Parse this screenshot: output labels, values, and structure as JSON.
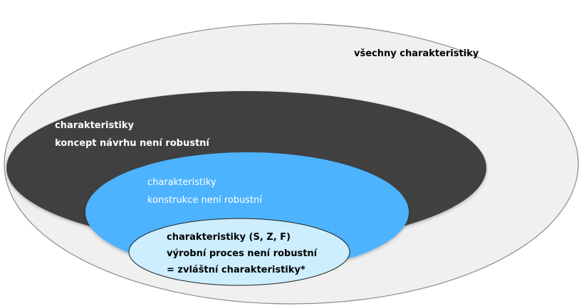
{
  "diagram": {
    "title": "Nested sets of characteristics",
    "colors": {
      "outer_fill": "#f0f0f0",
      "outer_stroke": "#8a8a8a",
      "dark_fill": "#3f3f3f",
      "blue_fill": "#4db3ff",
      "inner_fill": "#cdeeff",
      "inner_stroke": "#222222"
    },
    "sets": {
      "outer": {
        "lines": [
          "všechny charakteristiky"
        ]
      },
      "dark": {
        "lines": [
          "charakteristiky",
          "koncept návrhu není robustní"
        ]
      },
      "blue": {
        "lines": [
          "charakteristiky",
          "konstrukce není robustní"
        ]
      },
      "inner": {
        "lines": [
          "charakteristiky (S, Z, F)",
          "výrobní proces není robustní",
          "= zvláštní charakteristiky*"
        ]
      }
    }
  }
}
